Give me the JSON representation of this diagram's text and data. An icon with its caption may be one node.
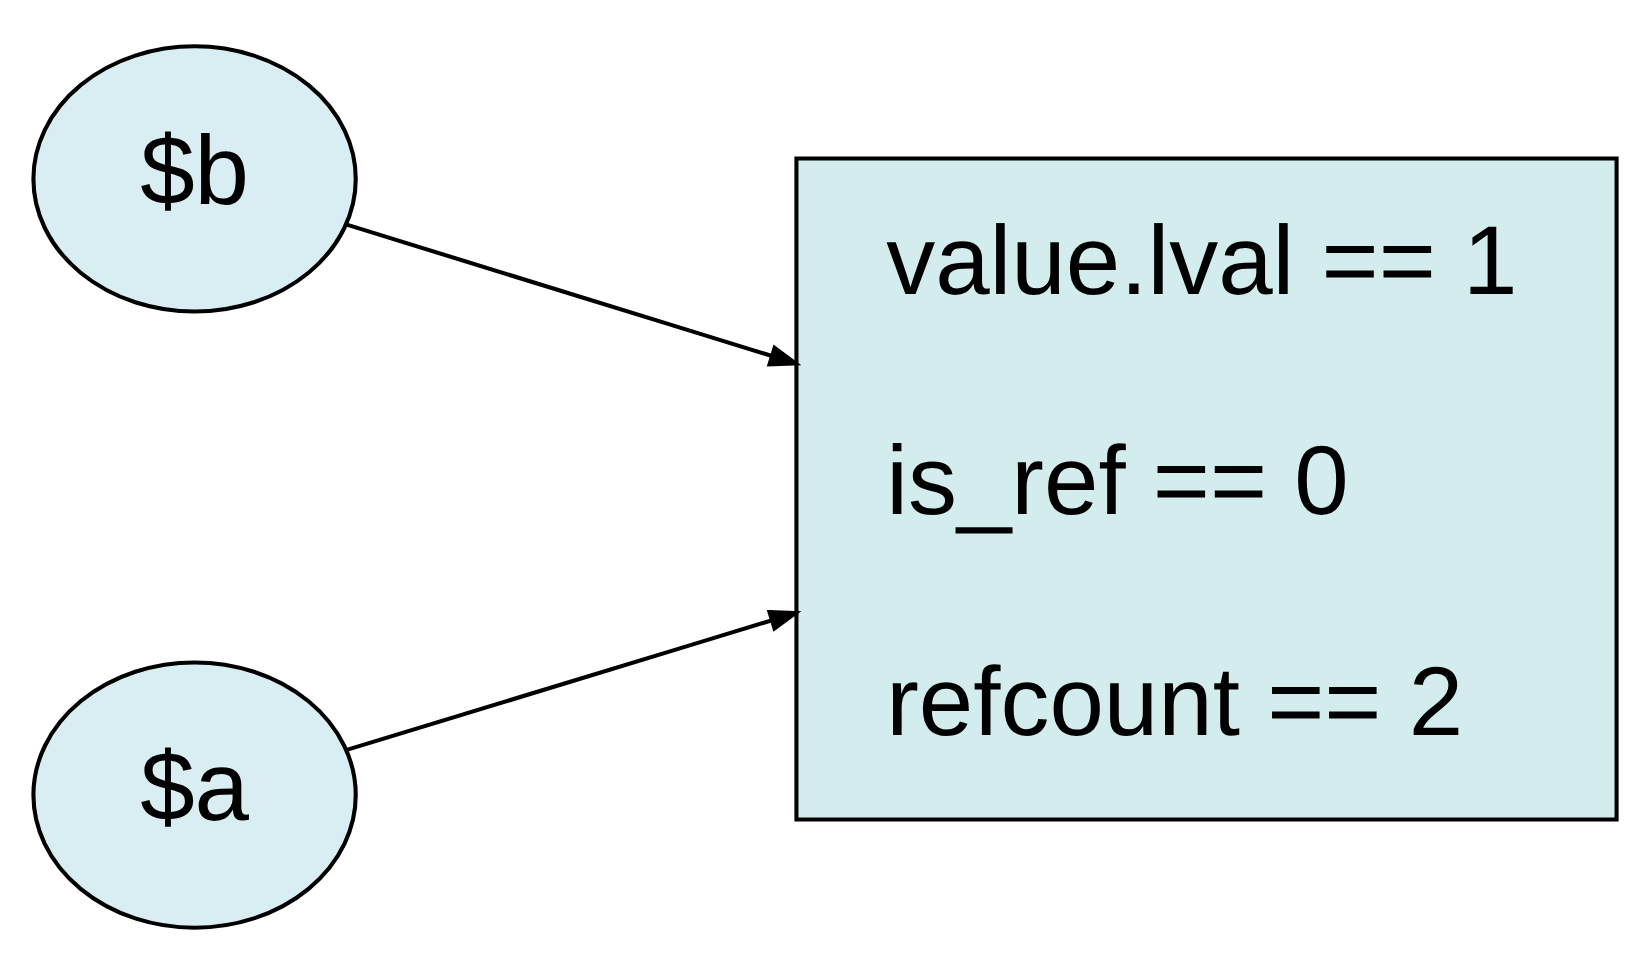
{
  "diagram": {
    "nodes": [
      {
        "text": [
          "$b"
        ]
      },
      {
        "text": [
          "value.lval == 1",
          "is_ref == 0",
          "refcount == 2"
        ]
      },
      {
        "text": [
          "$a"
        ]
      }
    ],
    "edges": [
      {
        "from": 0,
        "to": 1,
        "arrow": "to"
      },
      {
        "from": 2,
        "to": 1,
        "arrow": "to"
      }
    ]
  }
}
